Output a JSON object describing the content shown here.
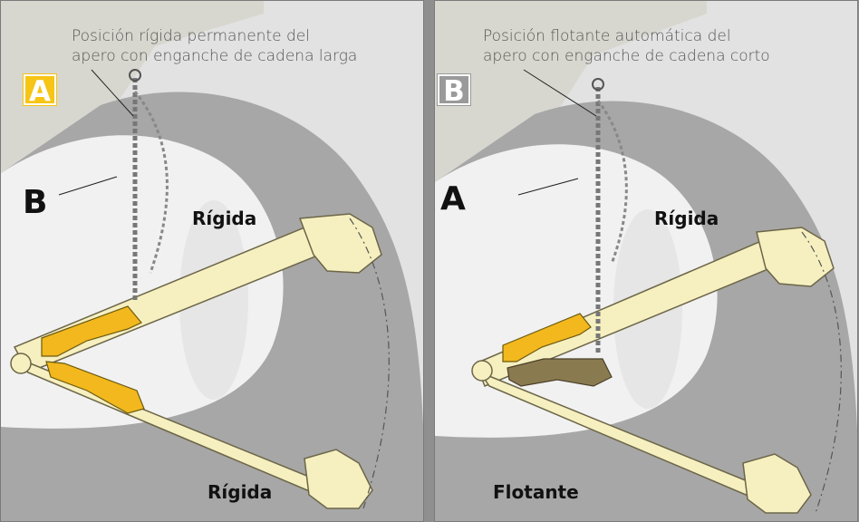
{
  "panels": [
    {
      "id": "A",
      "badge": "A",
      "badge_color": "#f6c515",
      "caption_line1": "Posición rígida permanente del",
      "caption_line2": "apero con enganche de cadena larga",
      "side_letter": "B",
      "upper_label": "Rígida",
      "lower_label": "Rígida",
      "upper_arm_color": "#f2b81e",
      "lower_arm_color": "#f2b81e"
    },
    {
      "id": "B",
      "badge": "B",
      "badge_color": "#9a9a9a",
      "caption_line1": "Posición flotante automática del",
      "caption_line2": "apero con enganche de cadena corto",
      "side_letter": "A",
      "upper_label": "Rígida",
      "lower_label": "Flotante",
      "upper_arm_color": "#f2b81e",
      "lower_arm_color": "#8a7a50"
    }
  ]
}
